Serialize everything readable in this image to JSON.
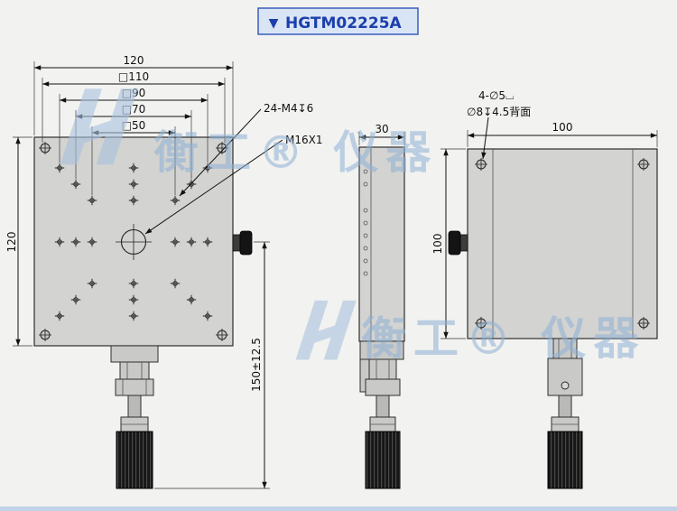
{
  "banner": {
    "triangle": "▼",
    "title": "HGTM02225A",
    "bg": "#d9e5f4",
    "border": "#2f54b8",
    "text_color": "#1c3fae"
  },
  "watermark": {
    "text": "衡工® 仪器",
    "color": "#8fb2d6"
  },
  "views": {
    "front": {
      "dim_width_top": "120",
      "dim_sq110": "□110",
      "dim_sq90": "□90",
      "dim_sq70": "□70",
      "dim_sq50": "□50",
      "dim_height_left": "120",
      "dim_travel_right": "150±12.5",
      "label_tapped_holes": "24-M4↧6",
      "label_center_thread": "M16X1"
    },
    "side": {
      "dim_width_top": "30"
    },
    "rear": {
      "dim_width_top": "100",
      "dim_height_left": "100",
      "label_cbore_line1": "4-∅5⌴",
      "label_cbore_line2": "∅8↧4.5背面"
    }
  }
}
